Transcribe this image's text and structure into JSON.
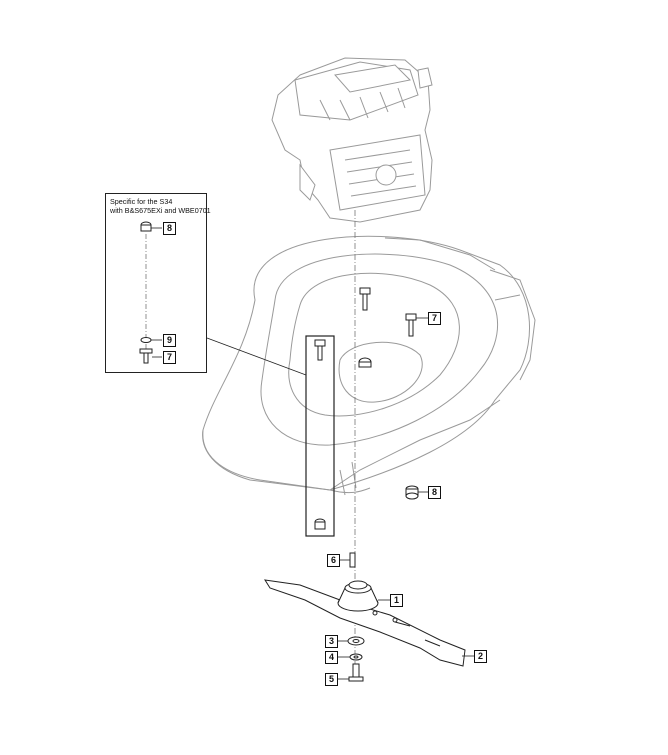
{
  "inset": {
    "note_line1": "Specific for the S34",
    "note_line2": "with B&S675EXi and WBE0701",
    "callouts": [
      "8",
      "9",
      "7"
    ]
  },
  "callouts": {
    "blade_adapter": "1",
    "blade": "2",
    "washer_large": "3",
    "washer_small": "4",
    "blade_bolt": "5",
    "key": "6",
    "deck_bolt": "7",
    "spacer": "8"
  },
  "colors": {
    "line": "#222222",
    "light_line": "#9a9a9a",
    "background": "#ffffff"
  }
}
